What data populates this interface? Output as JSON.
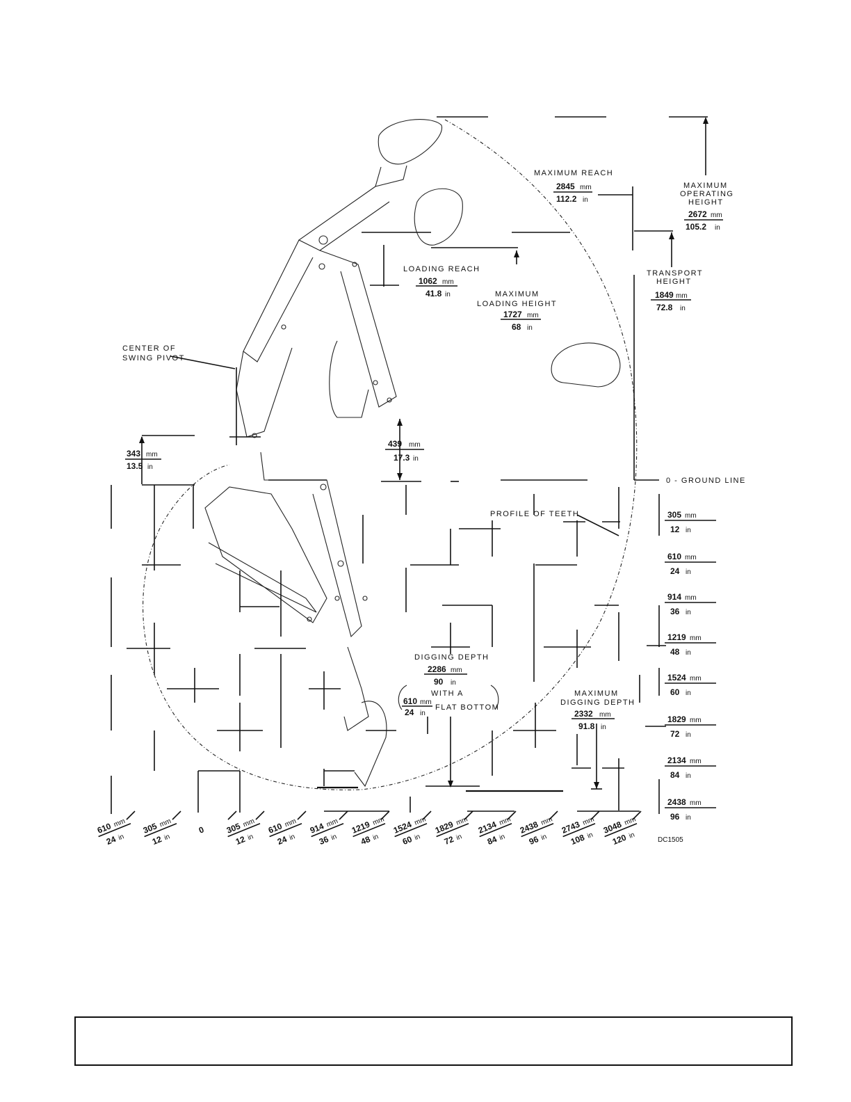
{
  "figure_id": "DC1505",
  "labels": {
    "max_reach": {
      "title": "MAXIMUM REACH",
      "mm": "2845",
      "mm_unit": "mm",
      "in": "112.2",
      "in_unit": "in"
    },
    "max_operating_height": {
      "title_1": "MAXIMUM",
      "title_2": "OPERATING",
      "title_3": "HEIGHT",
      "mm": "2672",
      "mm_unit": "mm",
      "in": "105.2",
      "in_unit": "in"
    },
    "transport_height": {
      "title_1": "TRANSPORT",
      "title_2": "HEIGHT",
      "mm": "1849",
      "mm_unit": "mm",
      "in": "72.8",
      "in_unit": "in"
    },
    "loading_reach": {
      "title": "LOADING REACH",
      "mm": "1062",
      "mm_unit": "mm",
      "in": "41.8",
      "in_unit": "in"
    },
    "max_loading_height": {
      "title_1": "MAXIMUM",
      "title_2": "LOADING HEIGHT",
      "mm": "1727",
      "mm_unit": "mm",
      "in": "68",
      "in_unit": "in"
    },
    "swing_pivot": {
      "title_1": "CENTER OF",
      "title_2": "SWING PIVOT"
    },
    "pivot_height": {
      "mm": "343",
      "mm_unit": "mm",
      "in": "13.5",
      "in_unit": "in"
    },
    "bucket_clearance": {
      "mm": "439",
      "mm_unit": "mm",
      "in": "17.3",
      "in_unit": "in"
    },
    "ground_line": "0 - GROUND LINE",
    "profile_of_teeth": "PROFILE OF TEETH",
    "digging_depth": {
      "title": "DIGGING DEPTH",
      "mm": "2286",
      "mm_unit": "mm",
      "in": "90",
      "in_unit": "in",
      "with_a": "WITH A",
      "flat_mm": "610",
      "flat_mm_unit": "mm",
      "flat_in": "24",
      "flat_in_unit": "in",
      "flat_bottom": "FLAT BOTTOM"
    },
    "max_digging_depth": {
      "title_1": "MAXIMUM",
      "title_2": "DIGGING DEPTH",
      "mm": "2332",
      "mm_unit": "mm",
      "in": "91.8",
      "in_unit": "in"
    }
  },
  "depth_scale": [
    {
      "mm": "305",
      "mm_unit": "mm",
      "in": "12",
      "in_unit": "in"
    },
    {
      "mm": "610",
      "mm_unit": "mm",
      "in": "24",
      "in_unit": "in"
    },
    {
      "mm": "914",
      "mm_unit": "mm",
      "in": "36",
      "in_unit": "in"
    },
    {
      "mm": "1219",
      "mm_unit": "mm",
      "in": "48",
      "in_unit": "in"
    },
    {
      "mm": "1524",
      "mm_unit": "mm",
      "in": "60",
      "in_unit": "in"
    },
    {
      "mm": "1829",
      "mm_unit": "mm",
      "in": "72",
      "in_unit": "in"
    },
    {
      "mm": "2134",
      "mm_unit": "mm",
      "in": "84",
      "in_unit": "in"
    },
    {
      "mm": "2438",
      "mm_unit": "mm",
      "in": "96",
      "in_unit": "in"
    }
  ],
  "horizontal_scale": [
    {
      "mm": "610",
      "mm_unit": "mm",
      "in": "24",
      "in_unit": "in"
    },
    {
      "mm": "305",
      "mm_unit": "mm",
      "in": "12",
      "in_unit": "in"
    },
    {
      "mm": "0",
      "mm_unit": "",
      "in": "",
      "in_unit": ""
    },
    {
      "mm": "305",
      "mm_unit": "mm",
      "in": "12",
      "in_unit": "in"
    },
    {
      "mm": "610",
      "mm_unit": "mm",
      "in": "24",
      "in_unit": "in"
    },
    {
      "mm": "914",
      "mm_unit": "mm",
      "in": "36",
      "in_unit": "in"
    },
    {
      "mm": "1219",
      "mm_unit": "mm",
      "in": "48",
      "in_unit": "in"
    },
    {
      "mm": "1524",
      "mm_unit": "mm",
      "in": "60",
      "in_unit": "in"
    },
    {
      "mm": "1829",
      "mm_unit": "mm",
      "in": "72",
      "in_unit": "in"
    },
    {
      "mm": "2134",
      "mm_unit": "mm",
      "in": "84",
      "in_unit": "in"
    },
    {
      "mm": "2438",
      "mm_unit": "mm",
      "in": "96",
      "in_unit": "in"
    },
    {
      "mm": "2743",
      "mm_unit": "mm",
      "in": "108",
      "in_unit": "in"
    },
    {
      "mm": "3048",
      "mm_unit": "mm",
      "in": "120",
      "in_unit": "in"
    }
  ],
  "footer": {
    "text": ""
  }
}
